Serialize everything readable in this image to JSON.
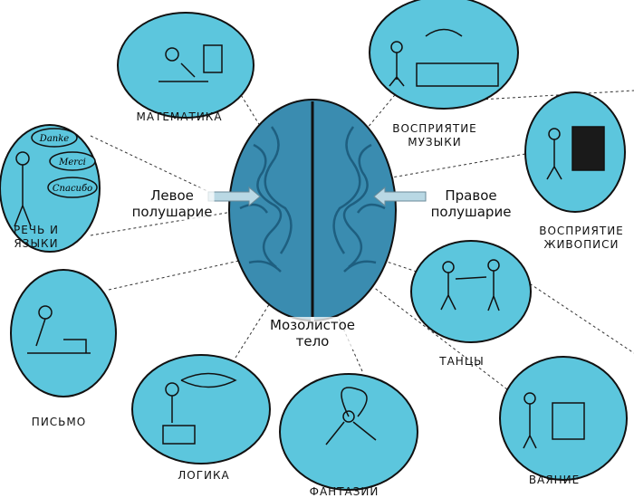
{
  "colors": {
    "circle": "#5cc6dd",
    "brain": "#3a8cb0",
    "brain_dark": "#1e5f80",
    "outline": "#111111"
  },
  "brain": {
    "left_label": [
      "Левое",
      "полушарие"
    ],
    "right_label": [
      "Правое",
      "полушарие"
    ],
    "corpus_label": [
      "Мозолистое",
      "тело"
    ]
  },
  "abilities": [
    {
      "id": "math",
      "label": [
        "МАТЕМАТИКА"
      ]
    },
    {
      "id": "music",
      "label": [
        "ВОСПРИЯТИЕ",
        "МУЗЫКИ"
      ]
    },
    {
      "id": "painting",
      "label": [
        "ВОСПРИЯТИЕ",
        "ЖИВОПИСИ"
      ]
    },
    {
      "id": "speech",
      "label": [
        "РЕЧЬ И",
        "ЯЗЫКИ"
      ],
      "bubbles": [
        "Danke",
        "Merci",
        "Спасибо"
      ]
    },
    {
      "id": "dance",
      "label": [
        "ТАНЦЫ"
      ]
    },
    {
      "id": "writing",
      "label": [
        "ПИСЬМО"
      ]
    },
    {
      "id": "logic",
      "label": [
        "ЛОГИКА"
      ]
    },
    {
      "id": "fantasy",
      "label": [
        "ФАНТАЗИИ"
      ]
    },
    {
      "id": "sculpture",
      "label": [
        "ВАЯНИЕ"
      ]
    }
  ]
}
